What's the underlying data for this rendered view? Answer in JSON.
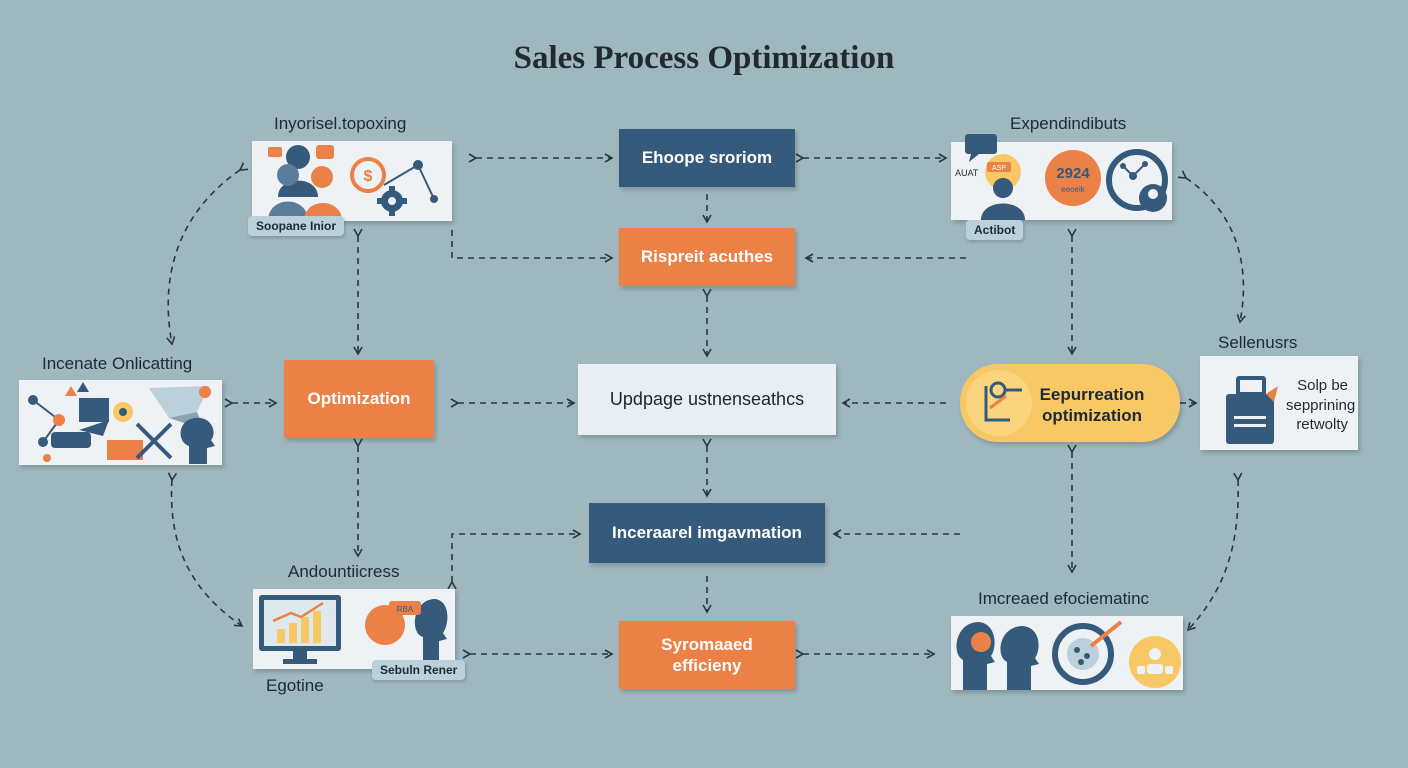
{
  "title": "Sales Process Optimization",
  "colors": {
    "background": "#9fb7bf",
    "navy": "#355a7c",
    "orange": "#ec8148",
    "light": "#e8eef1",
    "yellow": "#f8c866"
  },
  "labels": {
    "top_left": "Inyorisel.topoxing",
    "top_right": "Expendindibuts",
    "mid_left": "Incenate Onlicatting",
    "mid_right": "Sellenusrs",
    "bottom_left": "Andountiicress",
    "bottom_left_footer": "Egotine",
    "bottom_right": "Imcreaed efociematinc"
  },
  "boxes": {
    "top_center": "Ehoope sroriom",
    "second_center": "Rispreit acuthes",
    "optimization": "Optimization",
    "center": "Updpage ustnenseathcs",
    "improvement": "Inceraarel imgavmation",
    "efficiency": "Syromaaed efficieny"
  },
  "pill": {
    "text": "Eepurreation optimization"
  },
  "sidecard_text": [
    "Solp be",
    "sepprining",
    "retwolty"
  ],
  "tags": {
    "top_left": "Soopane Inior",
    "bottom_left": "Sebuln Rener",
    "top_right_small": "AUAT",
    "top_right_bubble": "ASP",
    "top_right_year": "2924",
    "top_right_year_sub": "eeoeik",
    "top_right_bottom": "Actibot",
    "bottom_left_speech": "RBA"
  },
  "icons": [
    "people-icon",
    "gear-icon",
    "network-icon",
    "lightbulb-icon",
    "person-network-icon",
    "monitor-chart-icon",
    "head-profile-icon",
    "document-icon",
    "target-icon",
    "team-icon",
    "robot-icon"
  ]
}
